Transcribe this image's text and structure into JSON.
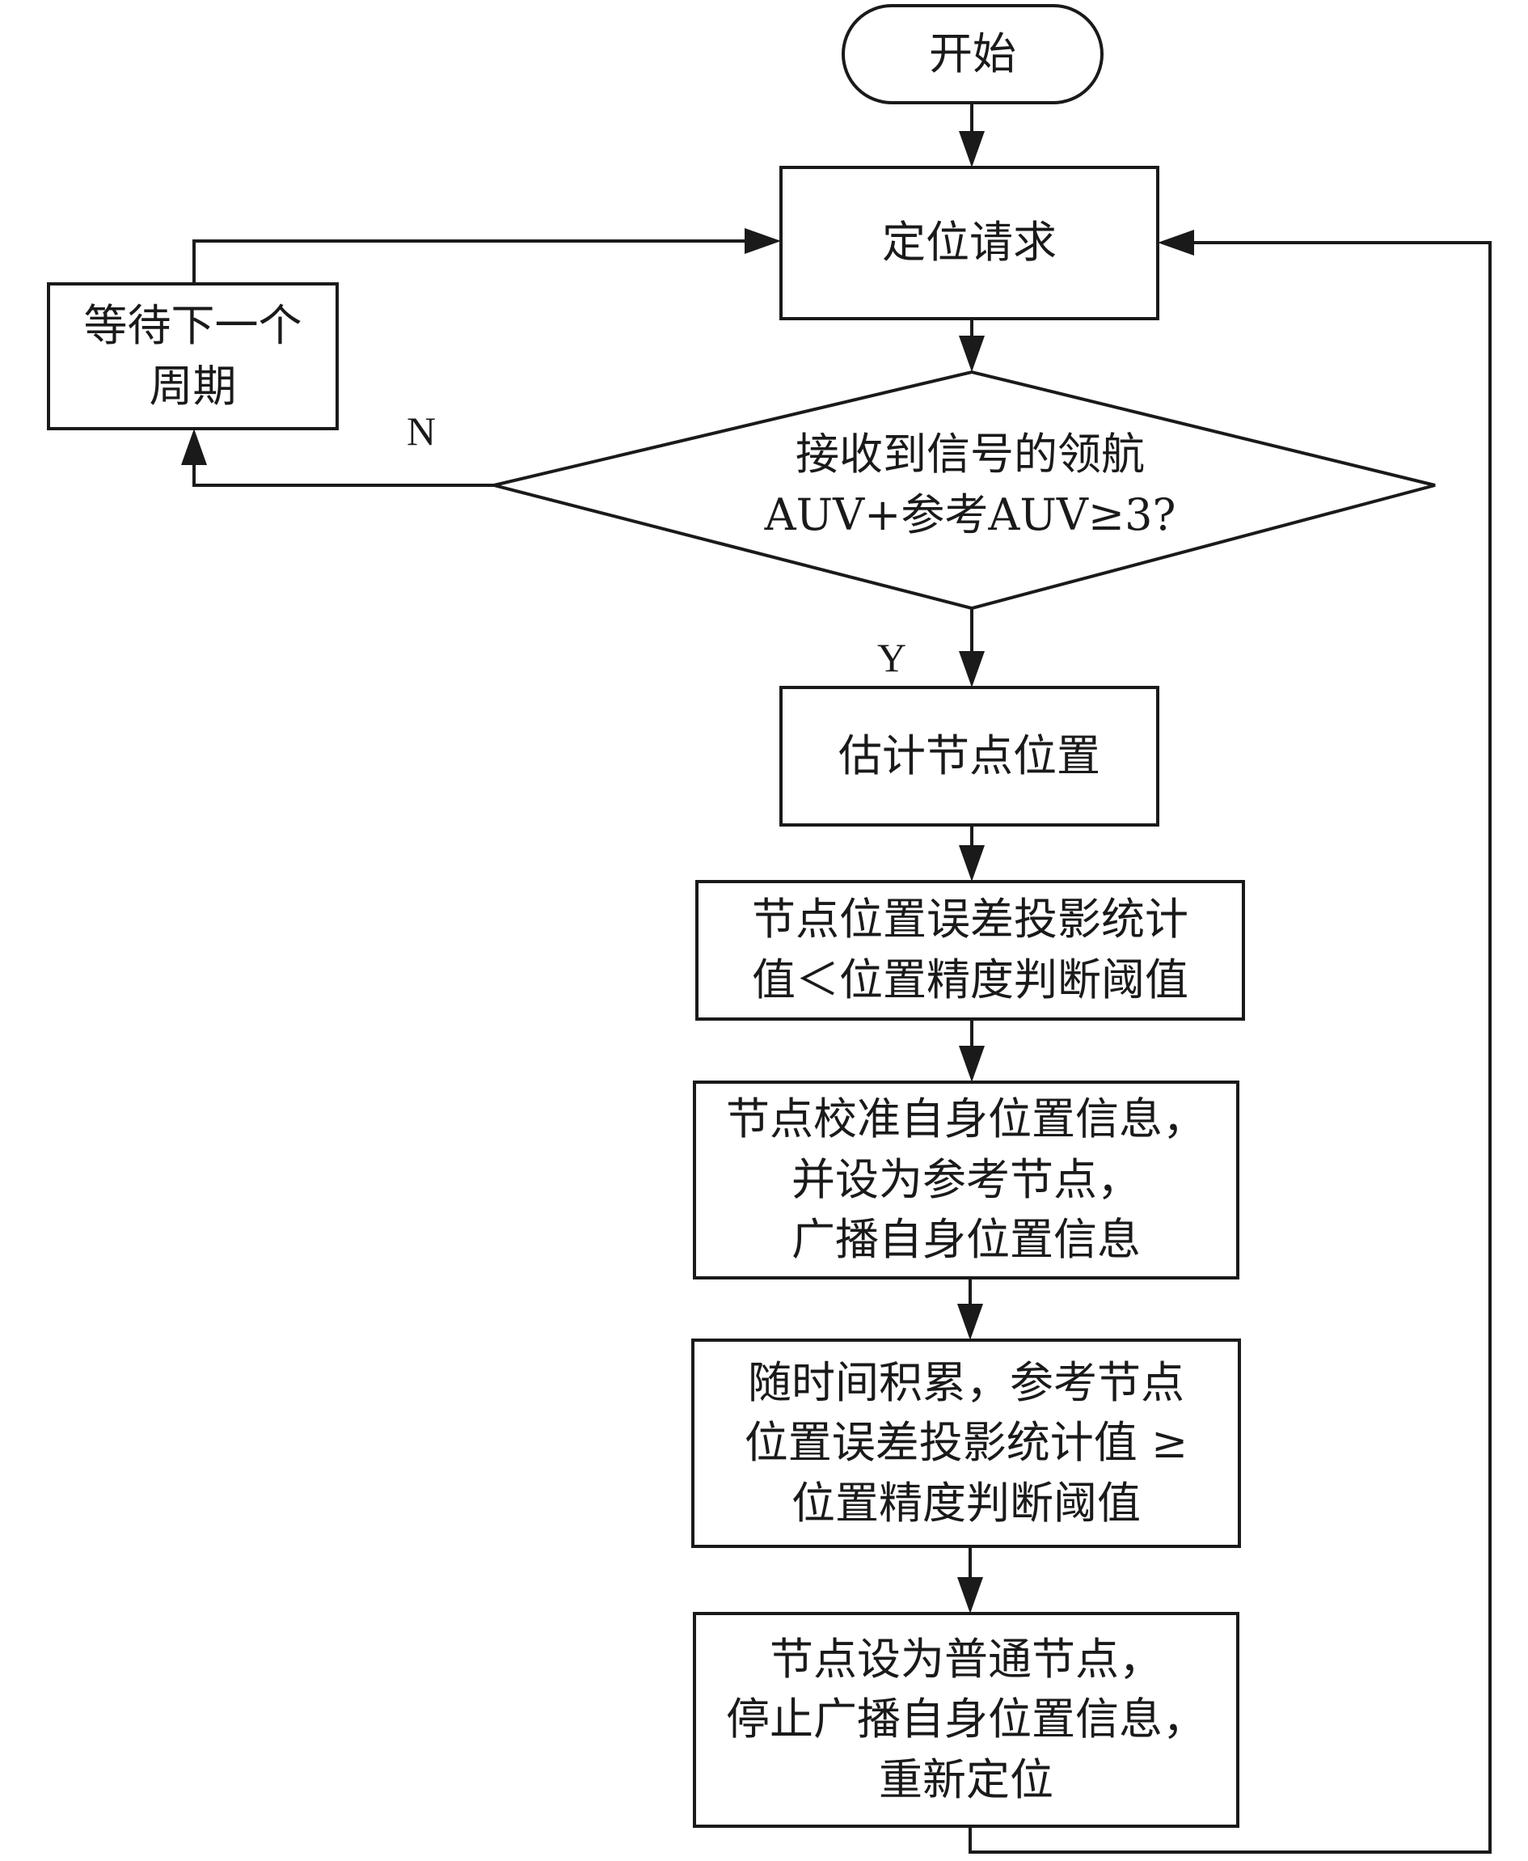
{
  "nodes": {
    "start": {
      "lines": [
        "开始"
      ]
    },
    "request": {
      "lines": [
        "定位请求"
      ]
    },
    "wait": {
      "lines": [
        "等待下一个",
        "周期"
      ]
    },
    "decision": {
      "lines": [
        "接收到信号的领航",
        "AUV+参考AUV≥3?"
      ]
    },
    "estimate": {
      "lines": [
        "估计节点位置"
      ]
    },
    "check": {
      "lines": [
        "节点位置误差投影统计",
        "值＜位置精度判断阈值"
      ]
    },
    "calibrate": {
      "lines": [
        "节点校准自身位置信息，",
        "并设为参考节点，",
        "广播自身位置信息"
      ]
    },
    "accumulate": {
      "lines": [
        "随时间积累，参考节点",
        "位置误差投影统计值 ≥",
        "位置精度判断阈值"
      ]
    },
    "normal": {
      "lines": [
        "节点设为普通节点，",
        "停止广播自身位置信息，",
        "重新定位"
      ]
    }
  },
  "edges": {
    "no_label": "N",
    "yes_label": "Y"
  }
}
